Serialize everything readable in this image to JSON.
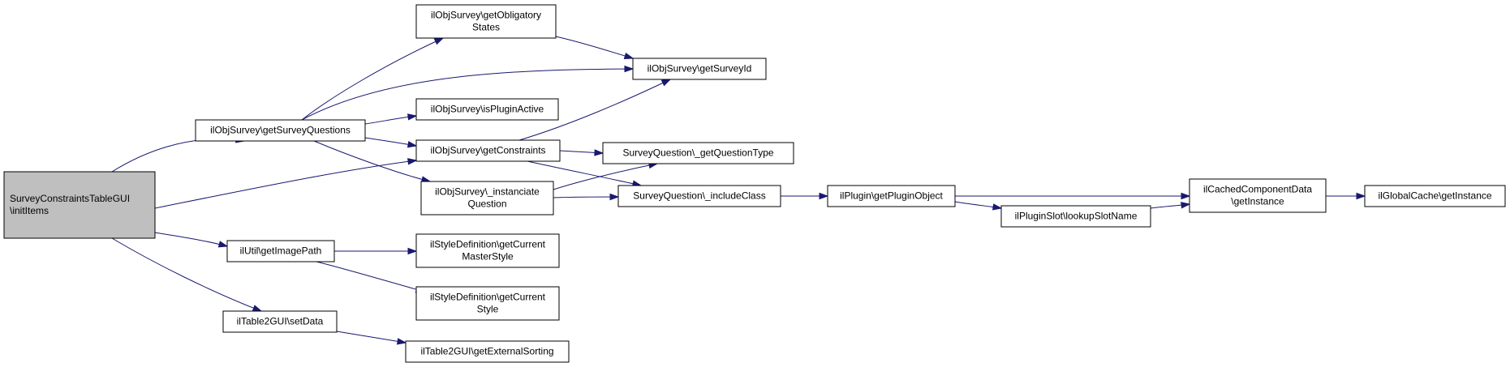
{
  "diagram": {
    "nodes": [
      {
        "id": "root",
        "lines": [
          "SurveyConstraintsTableGUI",
          "\\initItems"
        ],
        "root": true
      },
      {
        "id": "getSurveyQuestions",
        "lines": [
          "ilObjSurvey\\getSurveyQuestions"
        ]
      },
      {
        "id": "getObligatoryStates",
        "lines": [
          "ilObjSurvey\\getObligatory",
          "States"
        ]
      },
      {
        "id": "getSurveyId",
        "lines": [
          "ilObjSurvey\\getSurveyId"
        ]
      },
      {
        "id": "isPluginActive",
        "lines": [
          "ilObjSurvey\\isPluginActive"
        ]
      },
      {
        "id": "getConstraints",
        "lines": [
          "ilObjSurvey\\getConstraints"
        ]
      },
      {
        "id": "instanciateQuestion",
        "lines": [
          "ilObjSurvey\\_instanciate",
          "Question"
        ]
      },
      {
        "id": "getQuestionType",
        "lines": [
          "SurveyQuestion\\_getQuestionType"
        ]
      },
      {
        "id": "includeClass",
        "lines": [
          "SurveyQuestion\\_includeClass"
        ]
      },
      {
        "id": "getPluginObject",
        "lines": [
          "ilPlugin\\getPluginObject"
        ]
      },
      {
        "id": "lookupSlotName",
        "lines": [
          "ilPluginSlot\\lookupSlotName"
        ]
      },
      {
        "id": "cachedGetInstance",
        "lines": [
          "ilCachedComponentData",
          "\\getInstance"
        ]
      },
      {
        "id": "globalCacheGetInstance",
        "lines": [
          "ilGlobalCache\\getInstance"
        ]
      },
      {
        "id": "getImagePath",
        "lines": [
          "ilUtil\\getImagePath"
        ]
      },
      {
        "id": "getCurrentMasterStyle",
        "lines": [
          "ilStyleDefinition\\getCurrent",
          "MasterStyle"
        ]
      },
      {
        "id": "getCurrentStyle",
        "lines": [
          "ilStyleDefinition\\getCurrent",
          "Style"
        ]
      },
      {
        "id": "setData",
        "lines": [
          "ilTable2GUI\\setData"
        ]
      },
      {
        "id": "getExternalSorting",
        "lines": [
          "ilTable2GUI\\getExternalSorting"
        ]
      }
    ],
    "edges": [
      {
        "from": "root",
        "to": "getSurveyQuestions"
      },
      {
        "from": "root",
        "to": "getConstraints"
      },
      {
        "from": "root",
        "to": "getImagePath"
      },
      {
        "from": "root",
        "to": "setData"
      },
      {
        "from": "getSurveyQuestions",
        "to": "getObligatoryStates"
      },
      {
        "from": "getSurveyQuestions",
        "to": "getSurveyId"
      },
      {
        "from": "getSurveyQuestions",
        "to": "isPluginActive"
      },
      {
        "from": "getSurveyQuestions",
        "to": "getConstraints"
      },
      {
        "from": "getSurveyQuestions",
        "to": "instanciateQuestion"
      },
      {
        "from": "getObligatoryStates",
        "to": "getSurveyId"
      },
      {
        "from": "getConstraints",
        "to": "getSurveyId"
      },
      {
        "from": "getConstraints",
        "to": "getQuestionType"
      },
      {
        "from": "getConstraints",
        "to": "includeClass"
      },
      {
        "from": "instanciateQuestion",
        "to": "getQuestionType"
      },
      {
        "from": "instanciateQuestion",
        "to": "includeClass"
      },
      {
        "from": "includeClass",
        "to": "getPluginObject"
      },
      {
        "from": "getPluginObject",
        "to": "cachedGetInstance"
      },
      {
        "from": "getPluginObject",
        "to": "lookupSlotName"
      },
      {
        "from": "lookupSlotName",
        "to": "cachedGetInstance"
      },
      {
        "from": "cachedGetInstance",
        "to": "globalCacheGetInstance"
      },
      {
        "from": "getImagePath",
        "to": "getCurrentMasterStyle"
      },
      {
        "from": "getImagePath",
        "to": "getCurrentStyle"
      },
      {
        "from": "setData",
        "to": "getExternalSorting"
      }
    ]
  }
}
